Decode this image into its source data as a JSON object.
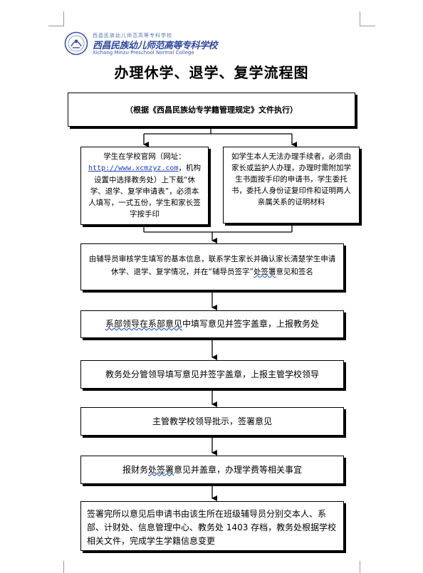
{
  "logo": {
    "top_line": "西昌民族幼儿师范高等专科学校",
    "cn_name": "西昌民族幼儿师范高等专科学校",
    "en_name": "Xichang Minzu Preschool Normal College"
  },
  "title": "办理休学、退学、复学流程图",
  "box1": {
    "text": "（根据《西昌民族幼专学籍管理规定》文件执行）"
  },
  "box2a": {
    "line1": "学生在学校官网（网址：",
    "url": "http://www.xcmzyz.com",
    "line2_rest": "，机构设置中选择教务处）上下载“休学、退学、复学申请表”，必须本人填写，一式五份，学生和家长签字按手印"
  },
  "box2b": {
    "text": "如学生本人无法办理手续者，必须由家长或监护人办理，办理时需附加学生书面按手印的申请书，学生委托书，委托人身份证复印件和证明两人亲属关系的证明材料"
  },
  "box3": {
    "text_before": "由辅导员审核学生填写的基本信息，联系学生家长并确认家长清楚学生申请休学、退学、复学情况，并在“辅导员签字”",
    "underlined": "处签署",
    "text_after": "意见和签名"
  },
  "box4": {
    "underlined": "系部领导在系部意见",
    "text_after": "中填写意见并签字盖章，上报教务处"
  },
  "box5": {
    "text": "教务处分管领导填写意见并签字盖章，上报主管学校领导"
  },
  "box6": {
    "text": "主管教学校领导批示，签署意见"
  },
  "box7": {
    "text_before": "报财务",
    "underlined": "处签署",
    "text_after": "意见并盖章，办理学费等相关事宜"
  },
  "box8": {
    "text": "签署完所以意见后申请书由该生所在班级辅导员分别交本人、系部、计财处、信息管理中心、教务处 1403 存档，教务处根据学校相关文件，完成学生学籍信息变更"
  }
}
